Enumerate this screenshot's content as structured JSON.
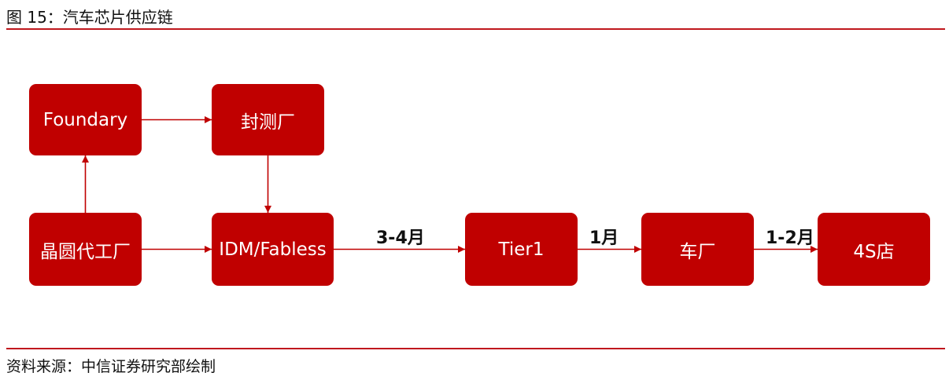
{
  "title": "图 15：汽车芯片供应链",
  "source": "资料来源：中信证券研究部绘制",
  "colors": {
    "node_fill": "#c00000",
    "rule": "#c0171d",
    "arrow": "#c00000"
  },
  "nodes": {
    "foundry": "Foundary",
    "packaging_test": "封测厂",
    "wafer_foundry": "晶圆代工厂",
    "idm_fabless": "IDM/Fabless",
    "tier1": "Tier1",
    "automaker": "车厂",
    "dealer_4s": "4S店"
  },
  "edge_labels": {
    "idm_to_tier1": "3-4月",
    "tier1_to_automaker": "1月",
    "automaker_to_dealer": "1-2月"
  },
  "edges": [
    {
      "from": "wafer_foundry",
      "to": "foundry"
    },
    {
      "from": "foundry",
      "to": "packaging_test"
    },
    {
      "from": "packaging_test",
      "to": "idm_fabless"
    },
    {
      "from": "wafer_foundry",
      "to": "idm_fabless"
    },
    {
      "from": "idm_fabless",
      "to": "tier1"
    },
    {
      "from": "tier1",
      "to": "automaker"
    },
    {
      "from": "automaker",
      "to": "dealer_4s"
    }
  ]
}
